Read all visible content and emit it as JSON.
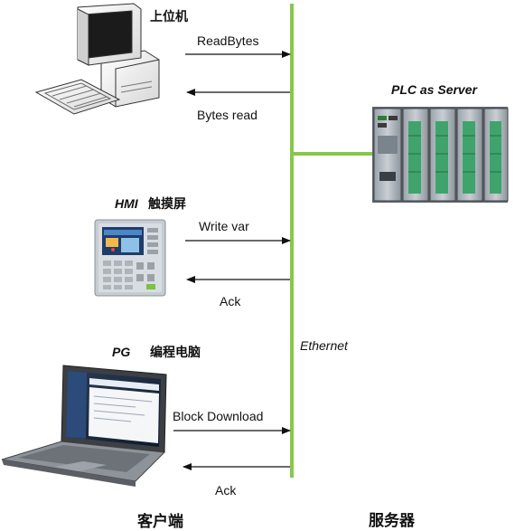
{
  "pc": {
    "label": "上位机"
  },
  "hmi": {
    "label_en": "HMI",
    "label_cn": "触摸屏"
  },
  "pg": {
    "label_en": "PG",
    "label_cn": "编程电脑"
  },
  "plc": {
    "label": "PLC as Server"
  },
  "bus": {
    "label": "Ethernet",
    "color": "#86c84a"
  },
  "messages": {
    "read_bytes": "ReadBytes",
    "bytes_read": "Bytes read",
    "write_var": "Write var",
    "ack1": "Ack",
    "block_download": "Block Download",
    "ack2": "Ack"
  },
  "footer": {
    "client": "客户端",
    "server": "服务器"
  }
}
